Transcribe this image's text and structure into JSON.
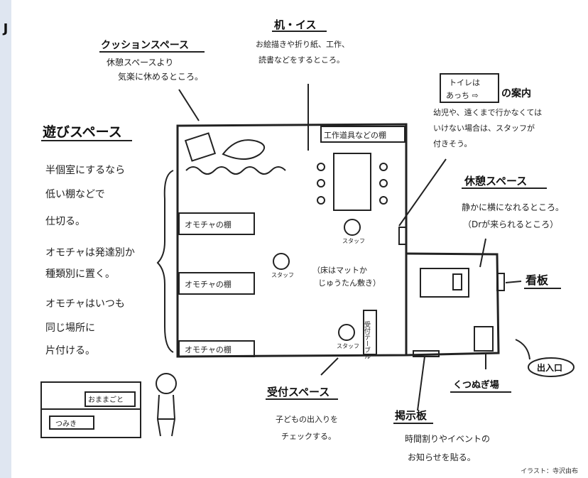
{
  "side_tab": "J",
  "headings": {
    "play": "遊びスペース",
    "cushion": "クッションスペース",
    "desk": "机・イス",
    "toilet_guide": "の案内",
    "rest": "休憩スペース",
    "signboard": "看板",
    "reception": "受付スペース",
    "bulletin": "掲示板",
    "shoes": "くつぬぎ場",
    "entrance": "出入口"
  },
  "toilet_sign": {
    "line1": "トイレは",
    "line2": "あっち ⇨"
  },
  "notes": {
    "play": [
      "半個室にするなら",
      "低い棚などで",
      "仕切る。",
      "オモチャは発達別か",
      "種類別に置く。",
      "オモチャはいつも",
      "同じ場所に",
      "片付ける。"
    ],
    "cushion": [
      "休憩スペースより",
      "気楽に休めるところ。"
    ],
    "desk": [
      "お絵描きや折り紙、工作、",
      "読書などをするところ。"
    ],
    "toilet": [
      "幼児や、遠くまで行かなくては",
      "いけない場合は、スタッフが",
      "付きそう。"
    ],
    "rest": [
      "静かに横になれるところ。",
      "（Drが来られるところ）"
    ],
    "reception": [
      "子どもの出入りを",
      "チェックする。"
    ],
    "bulletin": [
      "時間割りやイベントの",
      "お知らせを貼る。"
    ]
  },
  "floor_labels": {
    "craft_shelf": "工作道具などの棚",
    "toy_shelf_1": "オモチャの棚",
    "toy_shelf_2": "オモチャの棚",
    "toy_shelf_3": "オモチャの棚",
    "reception_table": "受付テーブル",
    "floor_note": [
      "（床はマットか",
      "じゅうたん敷き）"
    ],
    "staff": "スタッフ"
  },
  "shelf_illustration": {
    "box_1": "おままごと",
    "box_2": "つみき"
  },
  "credit": "イラスト：寺沢由布"
}
